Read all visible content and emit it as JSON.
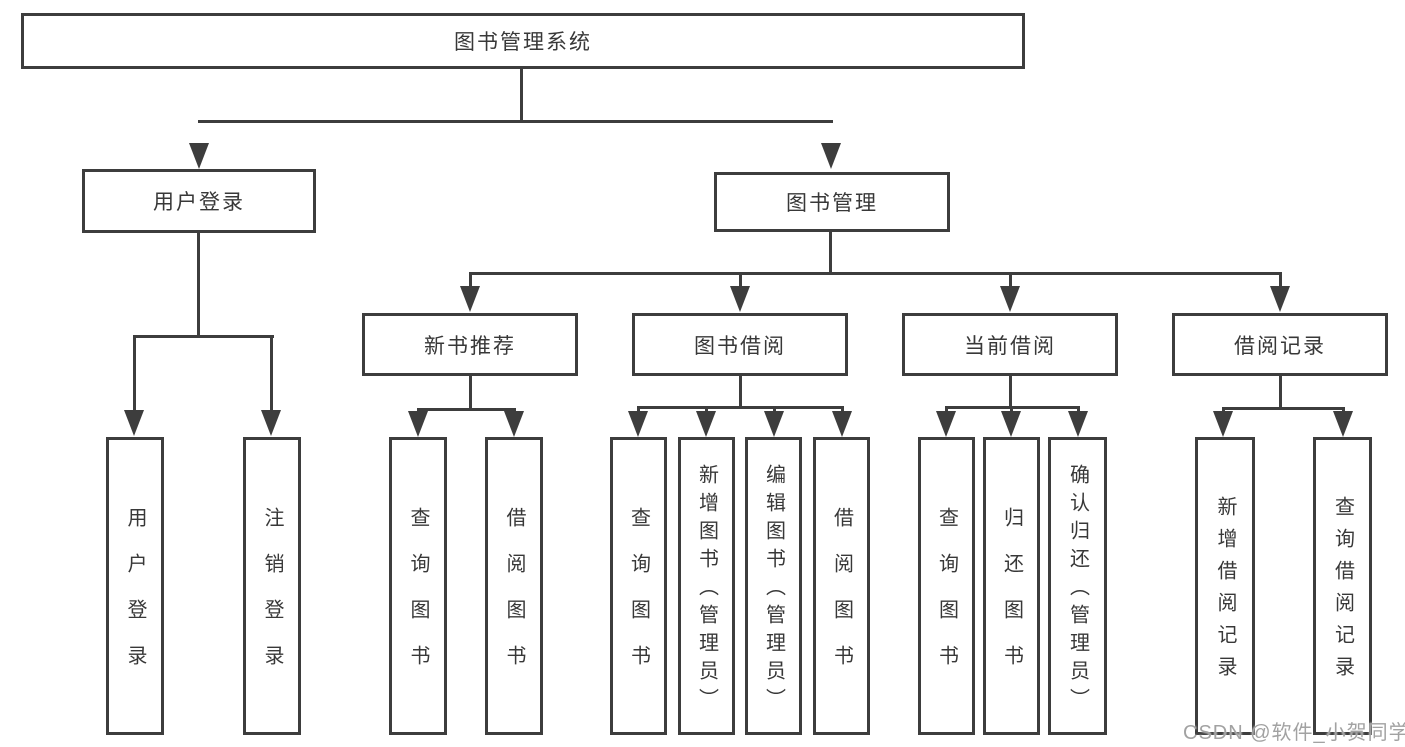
{
  "diagram": {
    "root": {
      "label": "图书管理系统"
    },
    "level2": [
      {
        "label": "用户登录"
      },
      {
        "label": "图书管理"
      }
    ],
    "level3": [
      {
        "label": "新书推荐"
      },
      {
        "label": "图书借阅"
      },
      {
        "label": "当前借阅"
      },
      {
        "label": "借阅记录"
      }
    ],
    "leaves": [
      {
        "label": "用户登录",
        "parent": "用户登录"
      },
      {
        "label": "注销登录",
        "parent": "用户登录"
      },
      {
        "label": "查询图书",
        "parent": "新书推荐"
      },
      {
        "label": "借阅图书",
        "parent": "新书推荐"
      },
      {
        "label": "查询图书",
        "parent": "图书借阅"
      },
      {
        "label": "新增图书（管理员）",
        "parent": "图书借阅"
      },
      {
        "label": "编辑图书（管理员）",
        "parent": "图书借阅"
      },
      {
        "label": "借阅图书",
        "parent": "图书借阅"
      },
      {
        "label": "查询图书",
        "parent": "当前借阅"
      },
      {
        "label": "归还图书",
        "parent": "当前借阅"
      },
      {
        "label": "确认归还（管理员）",
        "parent": "当前借阅"
      },
      {
        "label": "新增借阅记录",
        "parent": "借阅记录"
      },
      {
        "label": "查询借阅记录",
        "parent": "借阅记录"
      }
    ],
    "watermark": "CSDN @软件_小贺同学",
    "colors": {
      "line": "#3d3d3d",
      "text": "#383838",
      "watermark": "#a2a2a2",
      "background": "#ffffff"
    }
  }
}
